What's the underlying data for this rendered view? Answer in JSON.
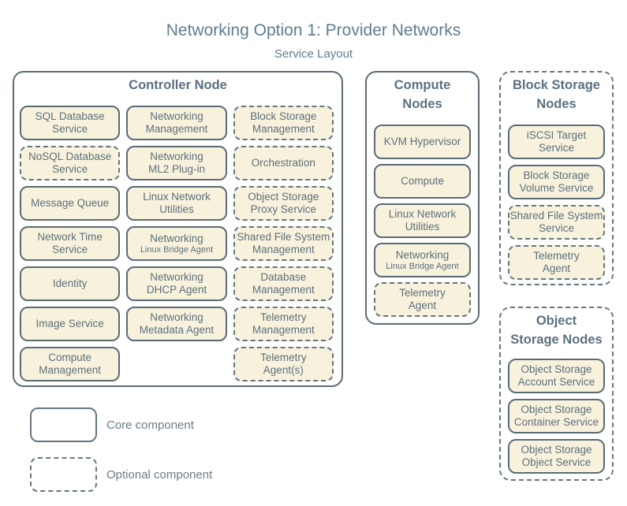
{
  "title": "Networking Option 1: Provider Networks",
  "subtitle": "Service Layout",
  "colors": {
    "background": "#ffffff",
    "box_fill": "#f8f2dd",
    "solid_border": "#5a6b76",
    "dashed_border": "#647682",
    "box_text": "#5d6f7b",
    "section_title": "#5a7080",
    "title_text": "#5e7d90",
    "legend_text": "#6c7c87"
  },
  "sections": {
    "controller": {
      "title": "Controller Node",
      "border": "solid",
      "columns": [
        [
          {
            "lines": [
              "SQL Database",
              "Service"
            ],
            "style": "solid"
          },
          {
            "lines": [
              "NoSQL Database",
              "Service"
            ],
            "style": "dashed"
          },
          {
            "lines": [
              "Message Queue"
            ],
            "style": "solid"
          },
          {
            "lines": [
              "Network Time",
              "Service"
            ],
            "style": "solid"
          },
          {
            "lines": [
              "Identity"
            ],
            "style": "solid"
          },
          {
            "lines": [
              "Image Service"
            ],
            "style": "solid"
          },
          {
            "lines": [
              "Compute",
              "Management"
            ],
            "style": "solid"
          }
        ],
        [
          {
            "lines": [
              "Networking",
              "Management"
            ],
            "style": "solid"
          },
          {
            "lines": [
              "Networking",
              "ML2 Plug-in"
            ],
            "style": "solid"
          },
          {
            "lines": [
              "Linux Network",
              "Utilities"
            ],
            "style": "solid"
          },
          {
            "lines": [
              "Networking"
            ],
            "small": "Linux Bridge Agent",
            "style": "solid"
          },
          {
            "lines": [
              "Networking",
              "DHCP Agent"
            ],
            "style": "solid"
          },
          {
            "lines": [
              "Networking",
              "Metadata Agent"
            ],
            "style": "solid"
          }
        ],
        [
          {
            "lines": [
              "Block Storage",
              "Management"
            ],
            "style": "dashed"
          },
          {
            "lines": [
              "Orchestration"
            ],
            "style": "dashed"
          },
          {
            "lines": [
              "Object Storage",
              "Proxy Service"
            ],
            "style": "dashed"
          },
          {
            "lines": [
              "Shared File System",
              "Management"
            ],
            "style": "dashed"
          },
          {
            "lines": [
              "Database",
              "Management"
            ],
            "style": "dashed"
          },
          {
            "lines": [
              "Telemetry",
              "Management"
            ],
            "style": "dashed"
          },
          {
            "lines": [
              "Telemetry",
              "Agent(s)"
            ],
            "style": "dashed"
          }
        ]
      ]
    },
    "compute": {
      "title": "Compute\nNodes",
      "border": "solid",
      "items": [
        {
          "lines": [
            "KVM Hypervisor"
          ],
          "style": "solid"
        },
        {
          "lines": [
            "Compute"
          ],
          "style": "solid"
        },
        {
          "lines": [
            "Linux Network",
            "Utilities"
          ],
          "style": "solid"
        },
        {
          "lines": [
            "Networking"
          ],
          "small": "Linux Bridge Agent",
          "style": "solid"
        },
        {
          "lines": [
            "Telemetry",
            "Agent"
          ],
          "style": "dashed"
        }
      ]
    },
    "block_storage": {
      "title": "Block Storage\nNodes",
      "border": "dashed",
      "items": [
        {
          "lines": [
            "iSCSI Target",
            "Service"
          ],
          "style": "solid"
        },
        {
          "lines": [
            "Block Storage",
            "Volume Service"
          ],
          "style": "solid"
        },
        {
          "lines": [
            "Shared File System",
            "Service"
          ],
          "style": "dashed"
        },
        {
          "lines": [
            "Telemetry",
            "Agent"
          ],
          "style": "dashed"
        }
      ]
    },
    "object_storage": {
      "title": "Object\nStorage Nodes",
      "border": "dashed",
      "items": [
        {
          "lines": [
            "Object Storage",
            "Account Service"
          ],
          "style": "solid"
        },
        {
          "lines": [
            "Object Storage",
            "Container Service"
          ],
          "style": "solid"
        },
        {
          "lines": [
            "Object Storage",
            "Object Service"
          ],
          "style": "solid"
        }
      ]
    }
  },
  "legend": {
    "items": [
      {
        "style": "solid",
        "label": "Core component"
      },
      {
        "style": "dashed",
        "label": "Optional component"
      }
    ]
  }
}
